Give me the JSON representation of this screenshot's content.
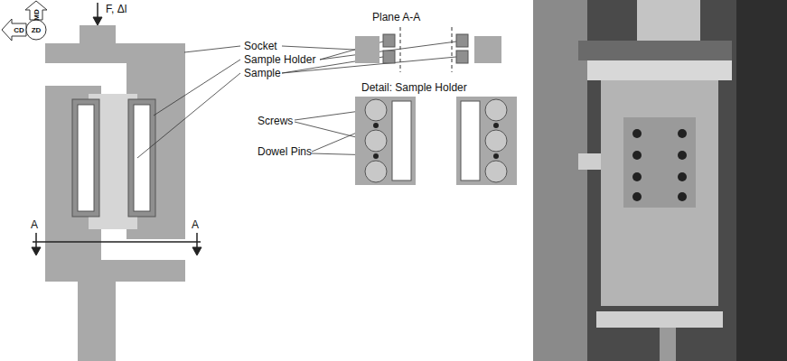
{
  "diagram": {
    "labels": [
      "F, Δl",
      "MD",
      "CD",
      "ZD",
      "A",
      "A",
      "Socket",
      "Sample Holder",
      "Sample",
      "Plane A-A",
      "Detail: Sample Holder",
      "Screws",
      "Dowel Pins"
    ]
  }
}
